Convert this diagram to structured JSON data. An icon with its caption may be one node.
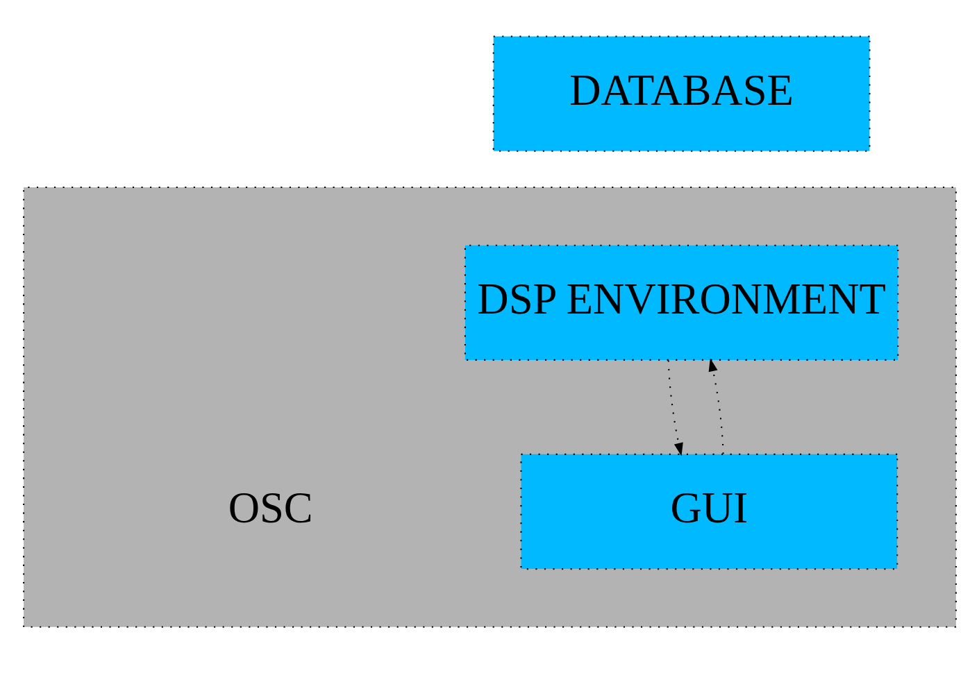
{
  "diagram": {
    "nodes": [
      {
        "text": [
          "DATABASE"
        ]
      },
      {
        "text": [],
        "shape": "box"
      },
      {
        "text": [
          "DSP ENVIRONMENT"
        ],
        "in": 1
      },
      {
        "text": [
          "GUI"
        ],
        "in": 1
      }
    ],
    "edges": [
      {
        "from": 2,
        "to": 3,
        "arrow": "to",
        "style": "dashed"
      },
      {
        "from": 3,
        "to": 2,
        "arrow": "to",
        "style": "dashed"
      }
    ],
    "labels": [
      "OSC"
    ]
  }
}
